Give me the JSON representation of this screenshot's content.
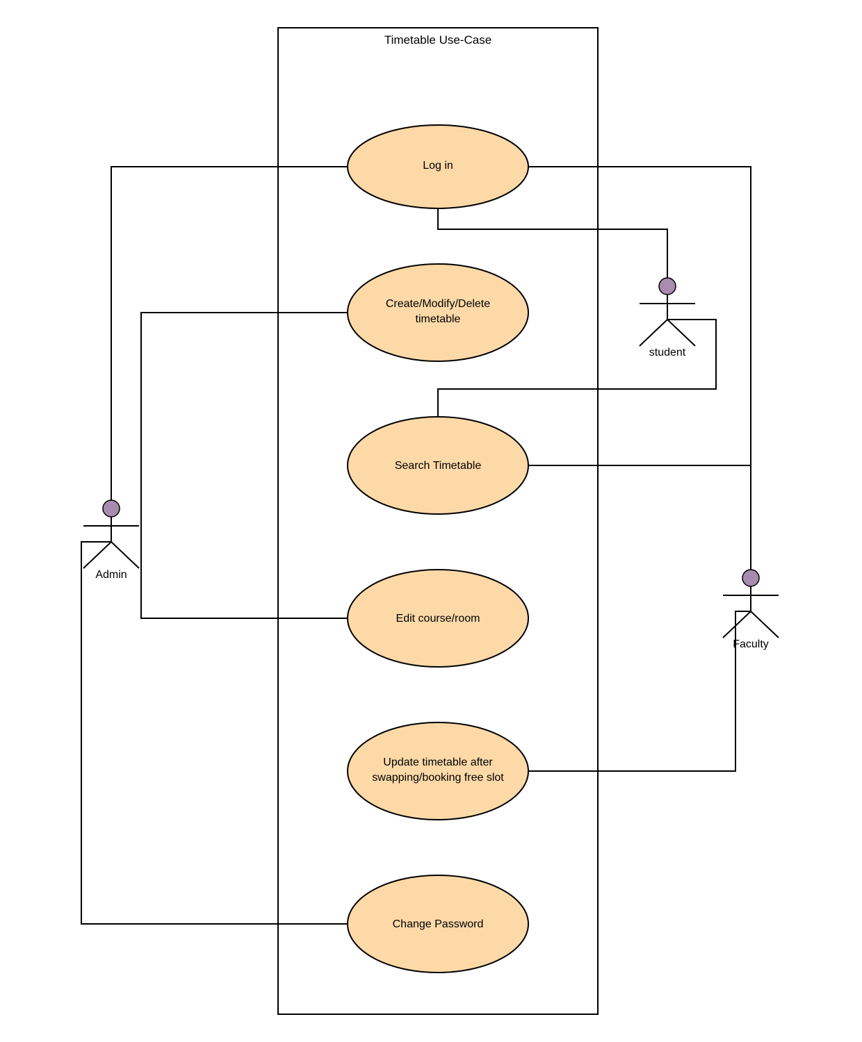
{
  "diagram": {
    "title": "Timetable Use-Case",
    "colors": {
      "use_case_fill": "#FDD9A8",
      "actor_head_fill": "#A98BAF",
      "stroke": "#000000",
      "background": "#FFFFFF"
    },
    "use_cases": {
      "login": {
        "lines": [
          "Log in"
        ]
      },
      "cmd": {
        "lines": [
          "Create/Modify/Delete",
          "timetable"
        ]
      },
      "search": {
        "lines": [
          "Search Timetable"
        ]
      },
      "edit": {
        "lines": [
          "Edit course/room"
        ]
      },
      "update": {
        "lines": [
          "Update timetable after",
          "swapping/booking free slot"
        ]
      },
      "password": {
        "lines": [
          "Change Password"
        ]
      }
    },
    "actors": {
      "admin": {
        "label": "Admin"
      },
      "student": {
        "label": "student"
      },
      "faculty": {
        "label": "Faculty"
      }
    },
    "associations": [
      {
        "actor": "admin",
        "use_case": "login"
      },
      {
        "actor": "admin",
        "use_case": "cmd"
      },
      {
        "actor": "admin",
        "use_case": "edit"
      },
      {
        "actor": "admin",
        "use_case": "password"
      },
      {
        "actor": "student",
        "use_case": "login"
      },
      {
        "actor": "student",
        "use_case": "search"
      },
      {
        "actor": "faculty",
        "use_case": "login"
      },
      {
        "actor": "faculty",
        "use_case": "search"
      },
      {
        "actor": "faculty",
        "use_case": "update"
      }
    ]
  }
}
